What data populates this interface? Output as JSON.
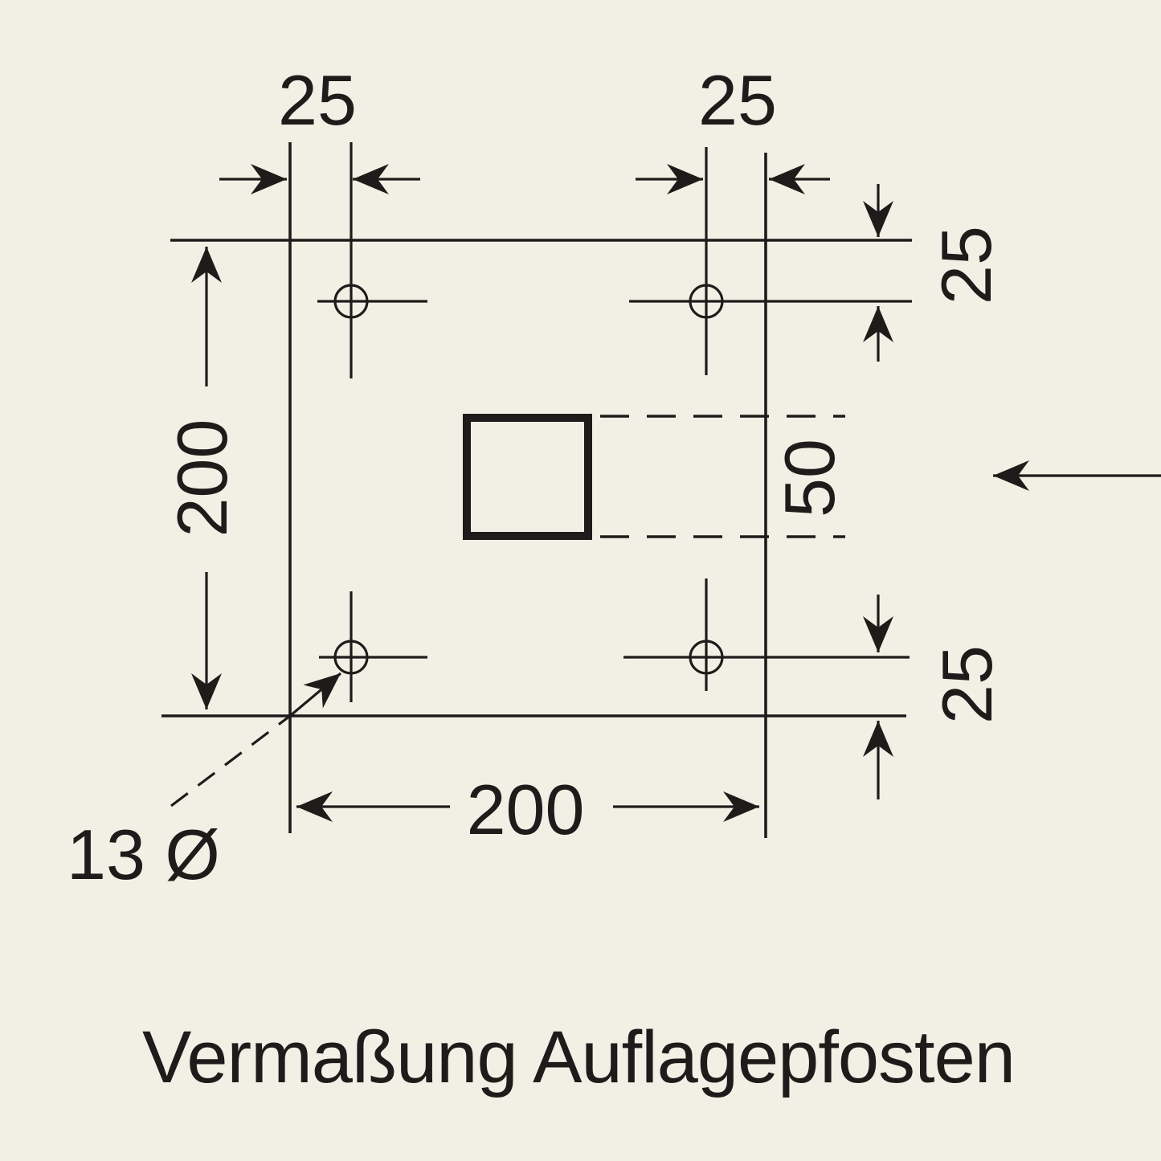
{
  "caption": "Vermaßung Auflagepfosten",
  "colors": {
    "background": "#f2efe5",
    "ink": "#1d1c1a"
  },
  "labels": {
    "top_left_edge_to_hole": "25",
    "top_right_edge_to_hole": "25",
    "right_upper_edge_to_hole": "25",
    "right_lower_edge_to_hole": "25",
    "plate_height": "200",
    "plate_width": "200",
    "post_depth": "50",
    "hole_diameter": "13 Ø"
  }
}
